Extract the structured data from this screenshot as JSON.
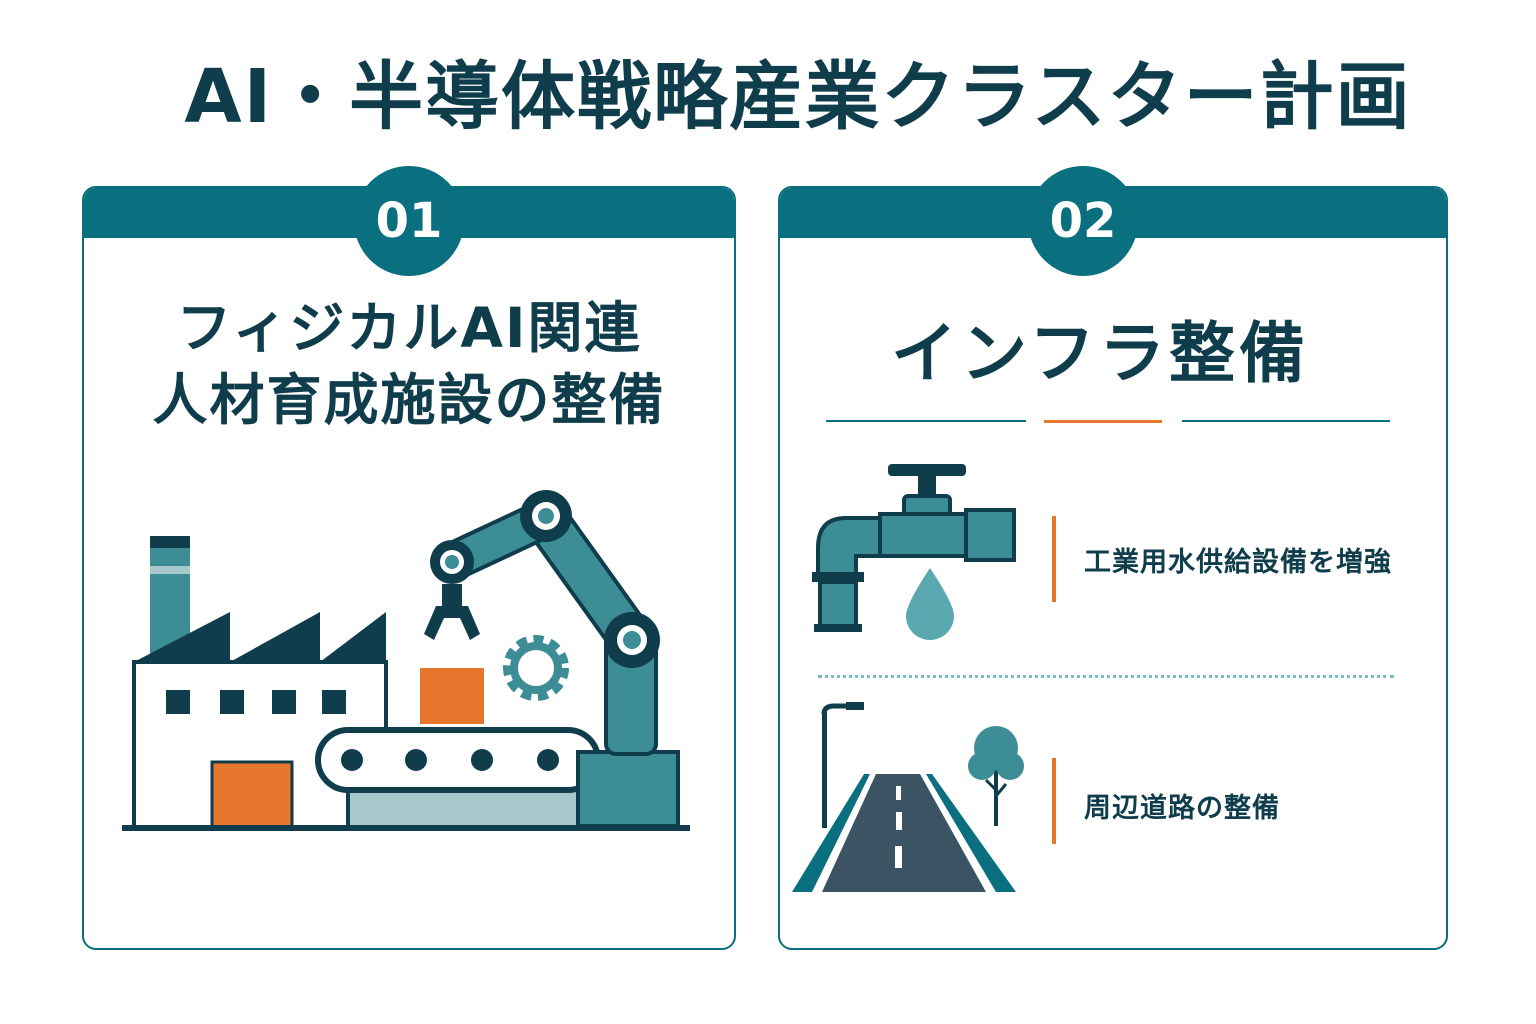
{
  "title": "AI・半導体戦略産業クラスター計画",
  "cards": [
    {
      "number": "01",
      "heading_lines": [
        "フィジカルAI関連",
        "人材育成施設の整備"
      ]
    },
    {
      "number": "02",
      "heading": "インフラ整備",
      "items": [
        {
          "text": "工業用水供給設備を増強",
          "icon": "water-faucet-icon"
        },
        {
          "text": "周辺道路の整備",
          "icon": "road-icon"
        }
      ]
    }
  ],
  "colors": {
    "teal_dark": "#0a7080",
    "navy": "#0f3d4c",
    "teal_mid": "#3d8d96",
    "teal_light": "#a8c9cc",
    "orange": "#e8772e"
  }
}
